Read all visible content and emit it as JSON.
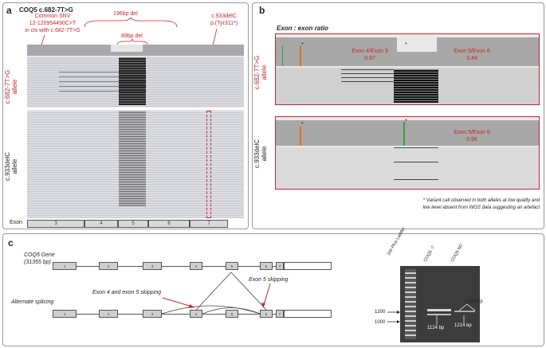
{
  "colors": {
    "accent_red": "#c0272d",
    "read_gray": "#b0b0b0",
    "coverage_gray": "#a8a8a8"
  },
  "panel_a": {
    "letter": "a",
    "title": "COQ5 c.682-7T>G",
    "ann_snv_l1": "Common SNV",
    "ann_snv_l2": "12-120954490C>T",
    "ann_snv_l3": "in cis with c.682-7T>G",
    "ann_196": "196bp del",
    "ann_89": "89bp del",
    "ann_933_l1": "c.933delC",
    "ann_933_l2": "p.(Tyr311*)",
    "allele1_l1": "c.682-7T>G",
    "allele1_l2": "allele",
    "allele2_l1": "c.933delC",
    "allele2_l2": "allele",
    "exon_label": "Exon",
    "exons": [
      "3",
      "4",
      "5",
      "6",
      "7"
    ]
  },
  "panel_b": {
    "letter": "b",
    "title": "Exon : exon ratio",
    "track1_star1": "*",
    "track1_star2": "*",
    "ratio1_l1": "Exon 4/Exon 3",
    "ratio1_l2": "0.97",
    "ratio2_l1": "Exon 5/Exon 6",
    "ratio2_l2": "0.44",
    "track2_star1": "*",
    "track2_star2": "*",
    "ratio3_l1": "Exon 5/Exon 6",
    "ratio3_l2": "0.96",
    "allele1_l1": "c.682-7T>G",
    "allele1_l2": "allele",
    "allele2_l1": "c.933delC",
    "allele2_l2": "allele",
    "footnote_l1": "* Variant call observed in both alleles at low quality and",
    "footnote_l2": "low level absent from WGS data suggesting an artefact"
  },
  "panel_c": {
    "letter": "c",
    "gene_l1": "COQ5 Gene",
    "gene_l2": "(31355 bp)",
    "alt_label": "Alternate splicing",
    "skip5_label": "Exon 5 skipping",
    "skip45_label": "Exon 4 and exon 5 skipping",
    "gene_exons": [
      "1",
      "2",
      "3",
      "4",
      "5",
      "6",
      "7"
    ],
    "gel": {
      "lane_labels": [
        "1kb Plus Ladder",
        "COQ5 -7",
        "COQ5 NC"
      ],
      "marker_1200": "1200",
      "marker_1000": "1000",
      "band_1329": "1329 bp",
      "band_1124": "1124 bp",
      "band_1214": "1214 bp"
    }
  }
}
